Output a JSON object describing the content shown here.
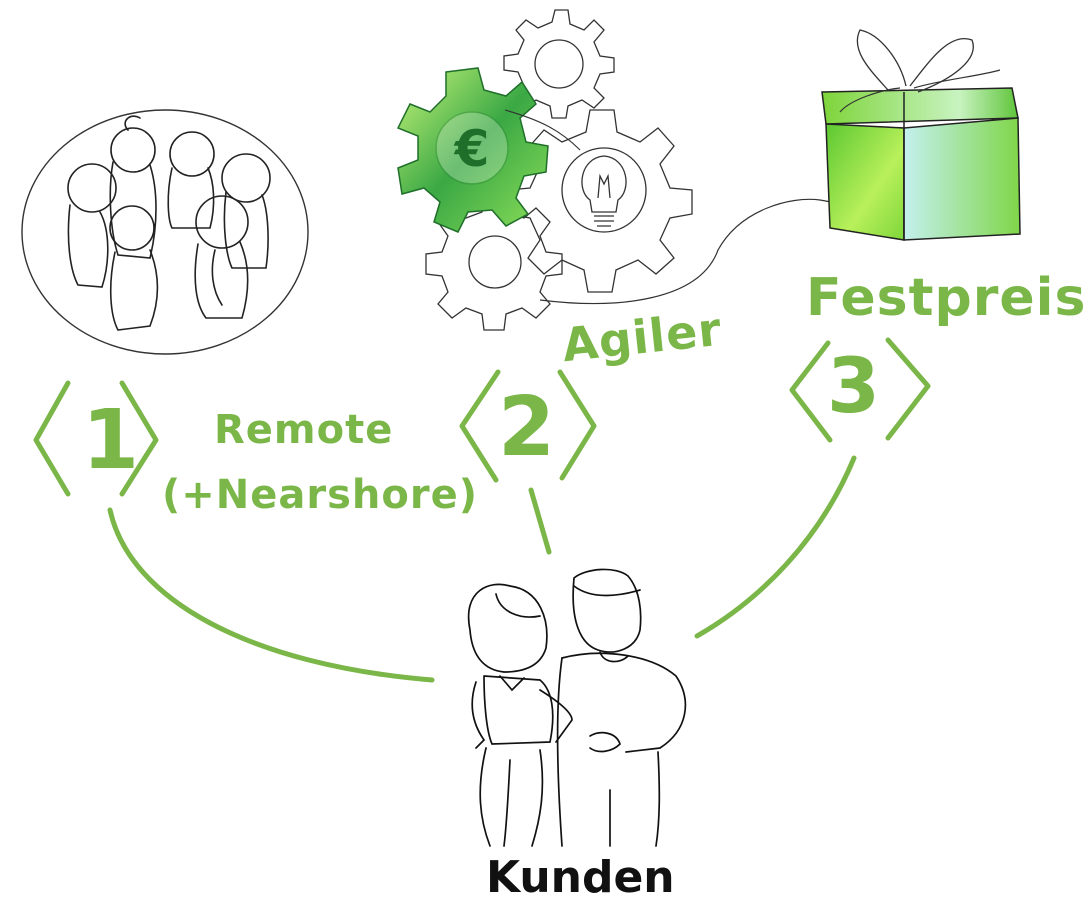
{
  "steps": [
    {
      "number": "1",
      "label_line1": "Remote",
      "label_line2": "(+Nearshore)"
    },
    {
      "number": "2",
      "label_line1": "Agiler"
    },
    {
      "number": "3",
      "label_line1": "Festpreis"
    }
  ],
  "center_label": "Kunden",
  "colors": {
    "accent_green": "#7ab648",
    "sketch_line": "#222222",
    "gear_green_light": "#b6f068",
    "gear_green_dark": "#2f9b3a",
    "box_green": "#8fdc3c",
    "box_cyan": "#b9f1e6"
  },
  "icons": [
    "team-group-icon",
    "gears-euro-lightbulb-icon",
    "gift-box-icon",
    "customers-couple-icon"
  ]
}
